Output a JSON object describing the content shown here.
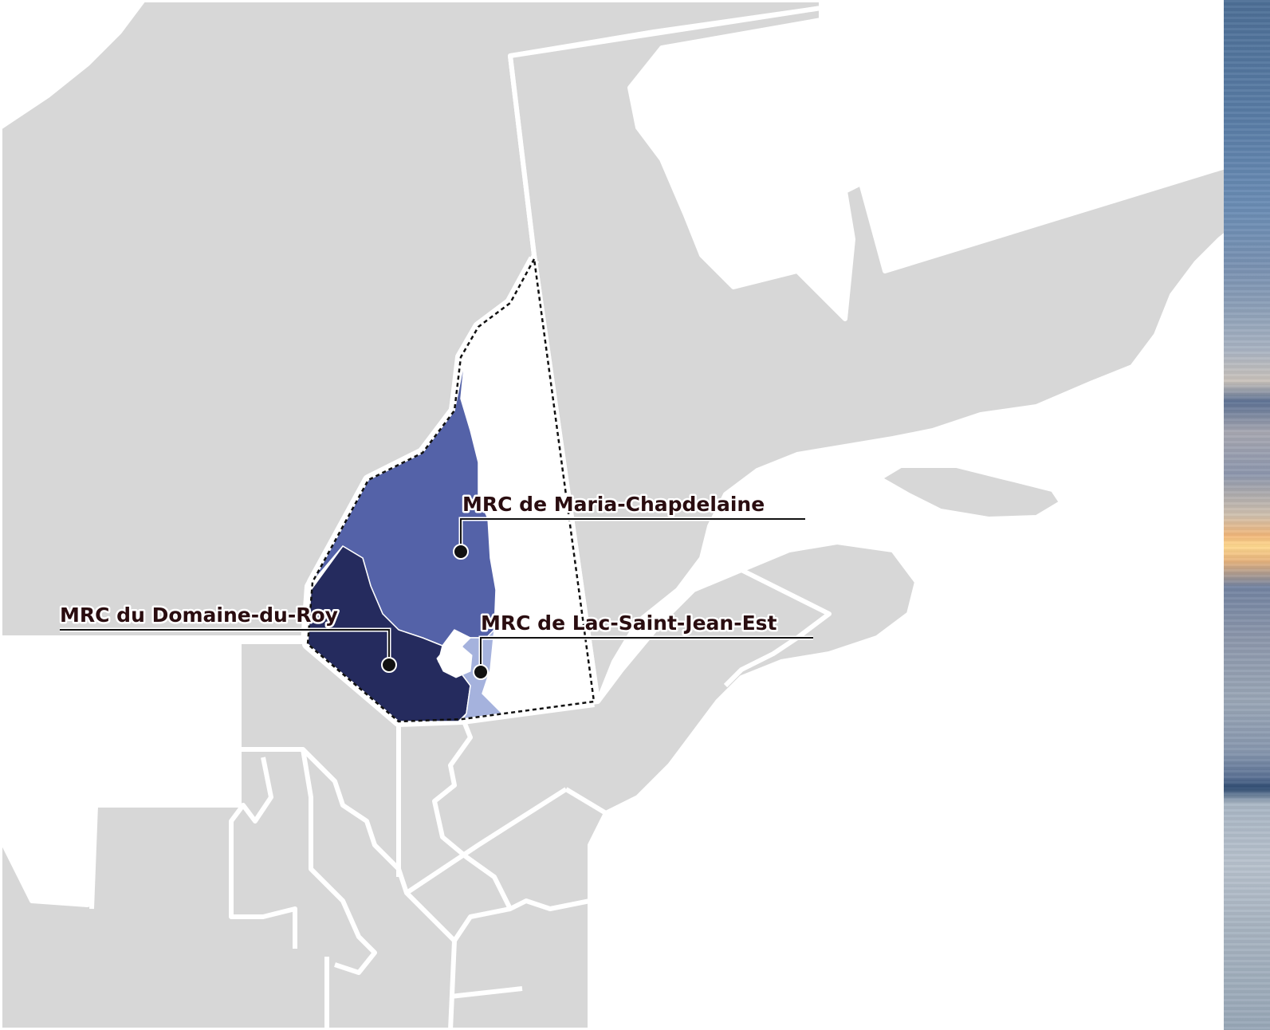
{
  "map": {
    "labels": {
      "maria_chapdelaine": "MRC de Maria-Chapdelaine",
      "domaine_du_roy": "MRC du Domaine-du-Roy",
      "lac_saint_jean_est": "MRC de Lac-Saint-Jean-Est"
    },
    "colors": {
      "land": "#d7d7d7",
      "borders": "#ffffff",
      "maria_chapdelaine": "#5462a8",
      "domaine_du_roy": "#252b5e",
      "lac_saint_jean_est": "#a5b2dd",
      "label_text": "#2a0d10",
      "outline": "#111111"
    }
  }
}
